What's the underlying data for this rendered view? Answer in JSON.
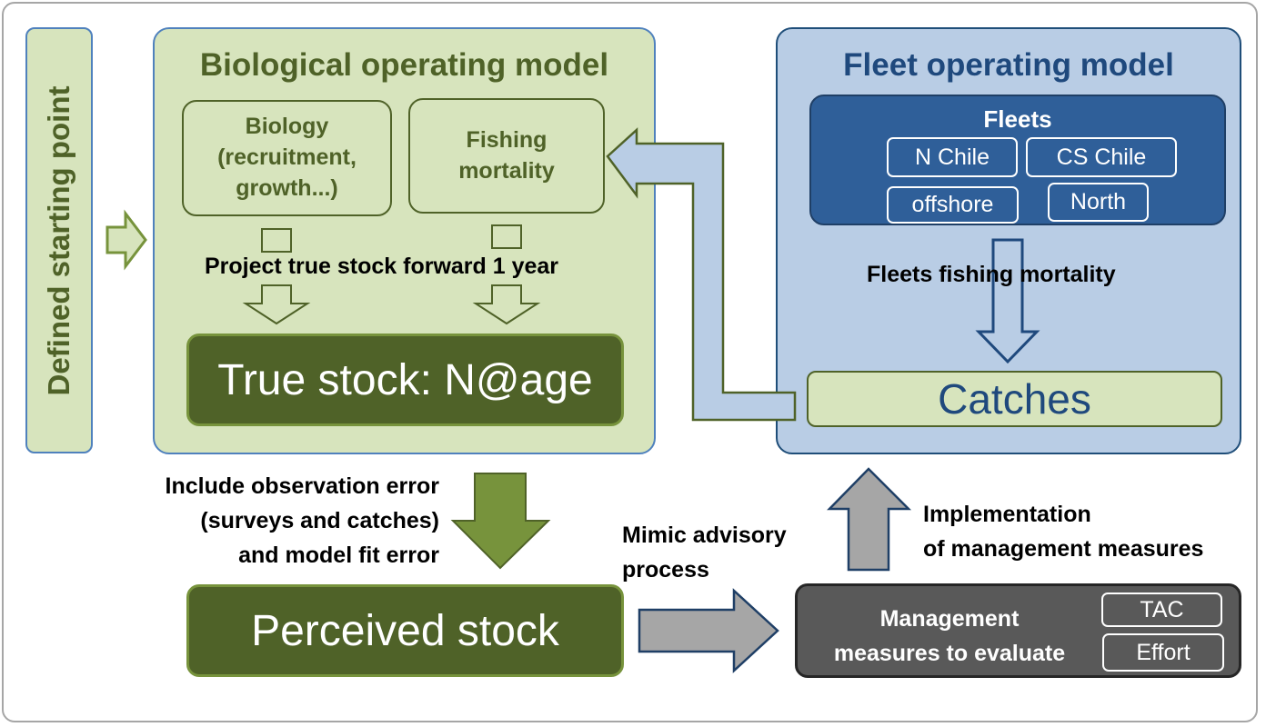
{
  "start": {
    "label": "Defined starting point"
  },
  "bio_om": {
    "title": "Biological operating model",
    "biology_box": [
      "Biology",
      "(recruitment,",
      "growth...)"
    ],
    "fishing_box": [
      "Fishing",
      "mortality"
    ],
    "project_label": "Project true stock forward 1 year",
    "true_stock": "True stock: N@age"
  },
  "fleet_om": {
    "title": "Fleet operating model",
    "fleets_title": "Fleets",
    "fleets": [
      "N Chile",
      "CS Chile",
      "offshore",
      "North"
    ],
    "fleet_fm_label": "Fleets fishing mortality",
    "catches": "Catches"
  },
  "observation_label": [
    "Include observation error",
    "(surveys and catches)",
    "and model fit error"
  ],
  "perceived_stock": "Perceived stock",
  "advisory_label": [
    "Mimic advisory",
    "process"
  ],
  "implementation_label": [
    "Implementation",
    "of management measures"
  ],
  "management": {
    "label": [
      "Management",
      "measures to evaluate"
    ],
    "options": [
      "TAC",
      "Effort"
    ]
  },
  "colors": {
    "light_green": "#d7e4bd",
    "dark_green": "#4f6228",
    "light_blue": "#b9cde5",
    "dark_blue": "#2f5f99",
    "grey": "#595959",
    "arrow_green": "#77933c",
    "arrow_grey": "#a6a6a6"
  }
}
